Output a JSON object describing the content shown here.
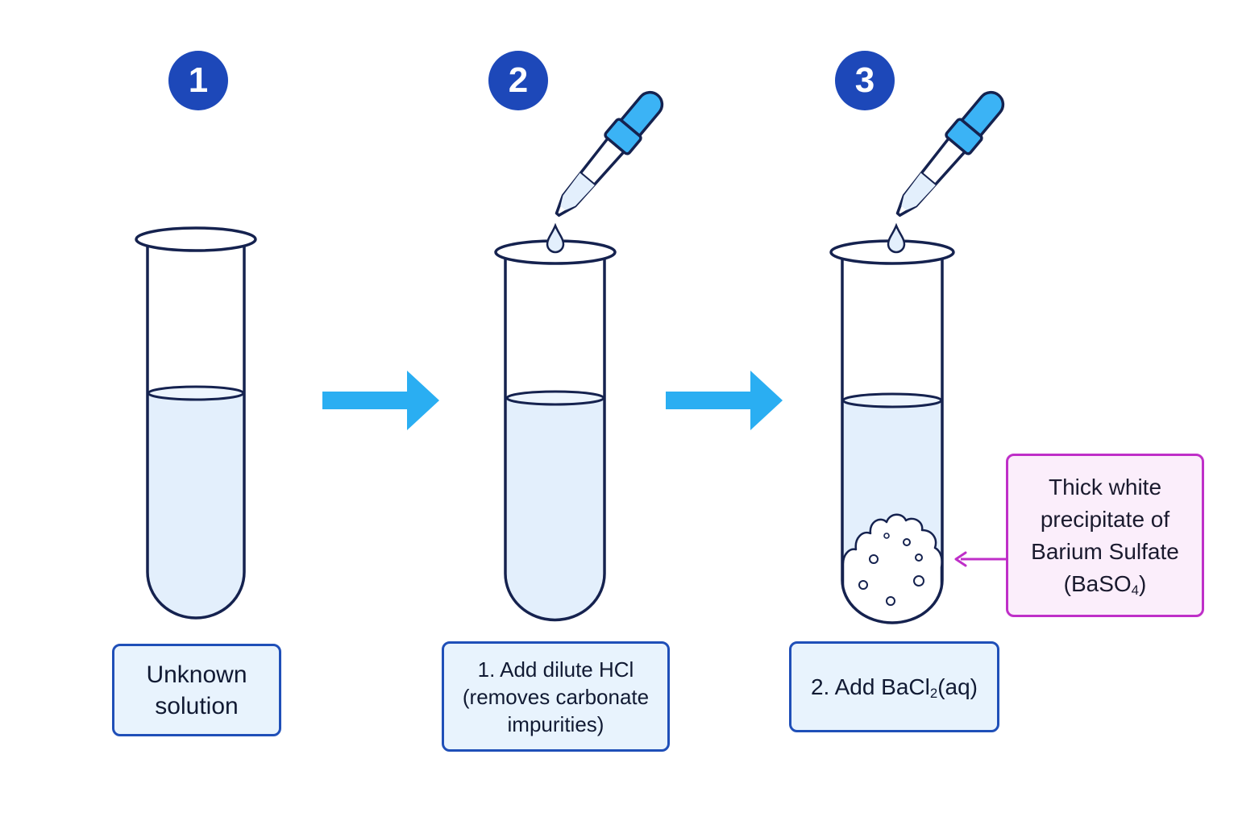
{
  "steps": [
    {
      "number": "1",
      "label_lines": [
        "Unknown",
        "solution"
      ]
    },
    {
      "number": "2",
      "label_lines": [
        "1. Add dilute HCl",
        "(removes carbonate",
        "impurities)"
      ]
    },
    {
      "number": "3",
      "label": {
        "prefix": "2. Add BaCl",
        "subscript": "2",
        "suffix": "(aq)"
      }
    }
  ],
  "callout": {
    "lines": [
      "Thick white",
      "precipitate of",
      "Barium Sulfate"
    ],
    "formula": {
      "prefix": "(BaSO",
      "subscript": "4",
      "suffix": ")"
    }
  },
  "colors": {
    "badge": "#1d48b9",
    "outline": "#15224f",
    "liquid": "#e3effc",
    "arrow": "#2aaef2",
    "dropper_bulb": "#3bb3f5",
    "label_border": "#1f4fb8",
    "label_fill": "#e8f3fd",
    "callout_border": "#bf2fc8",
    "callout_fill": "#fbeefb"
  }
}
